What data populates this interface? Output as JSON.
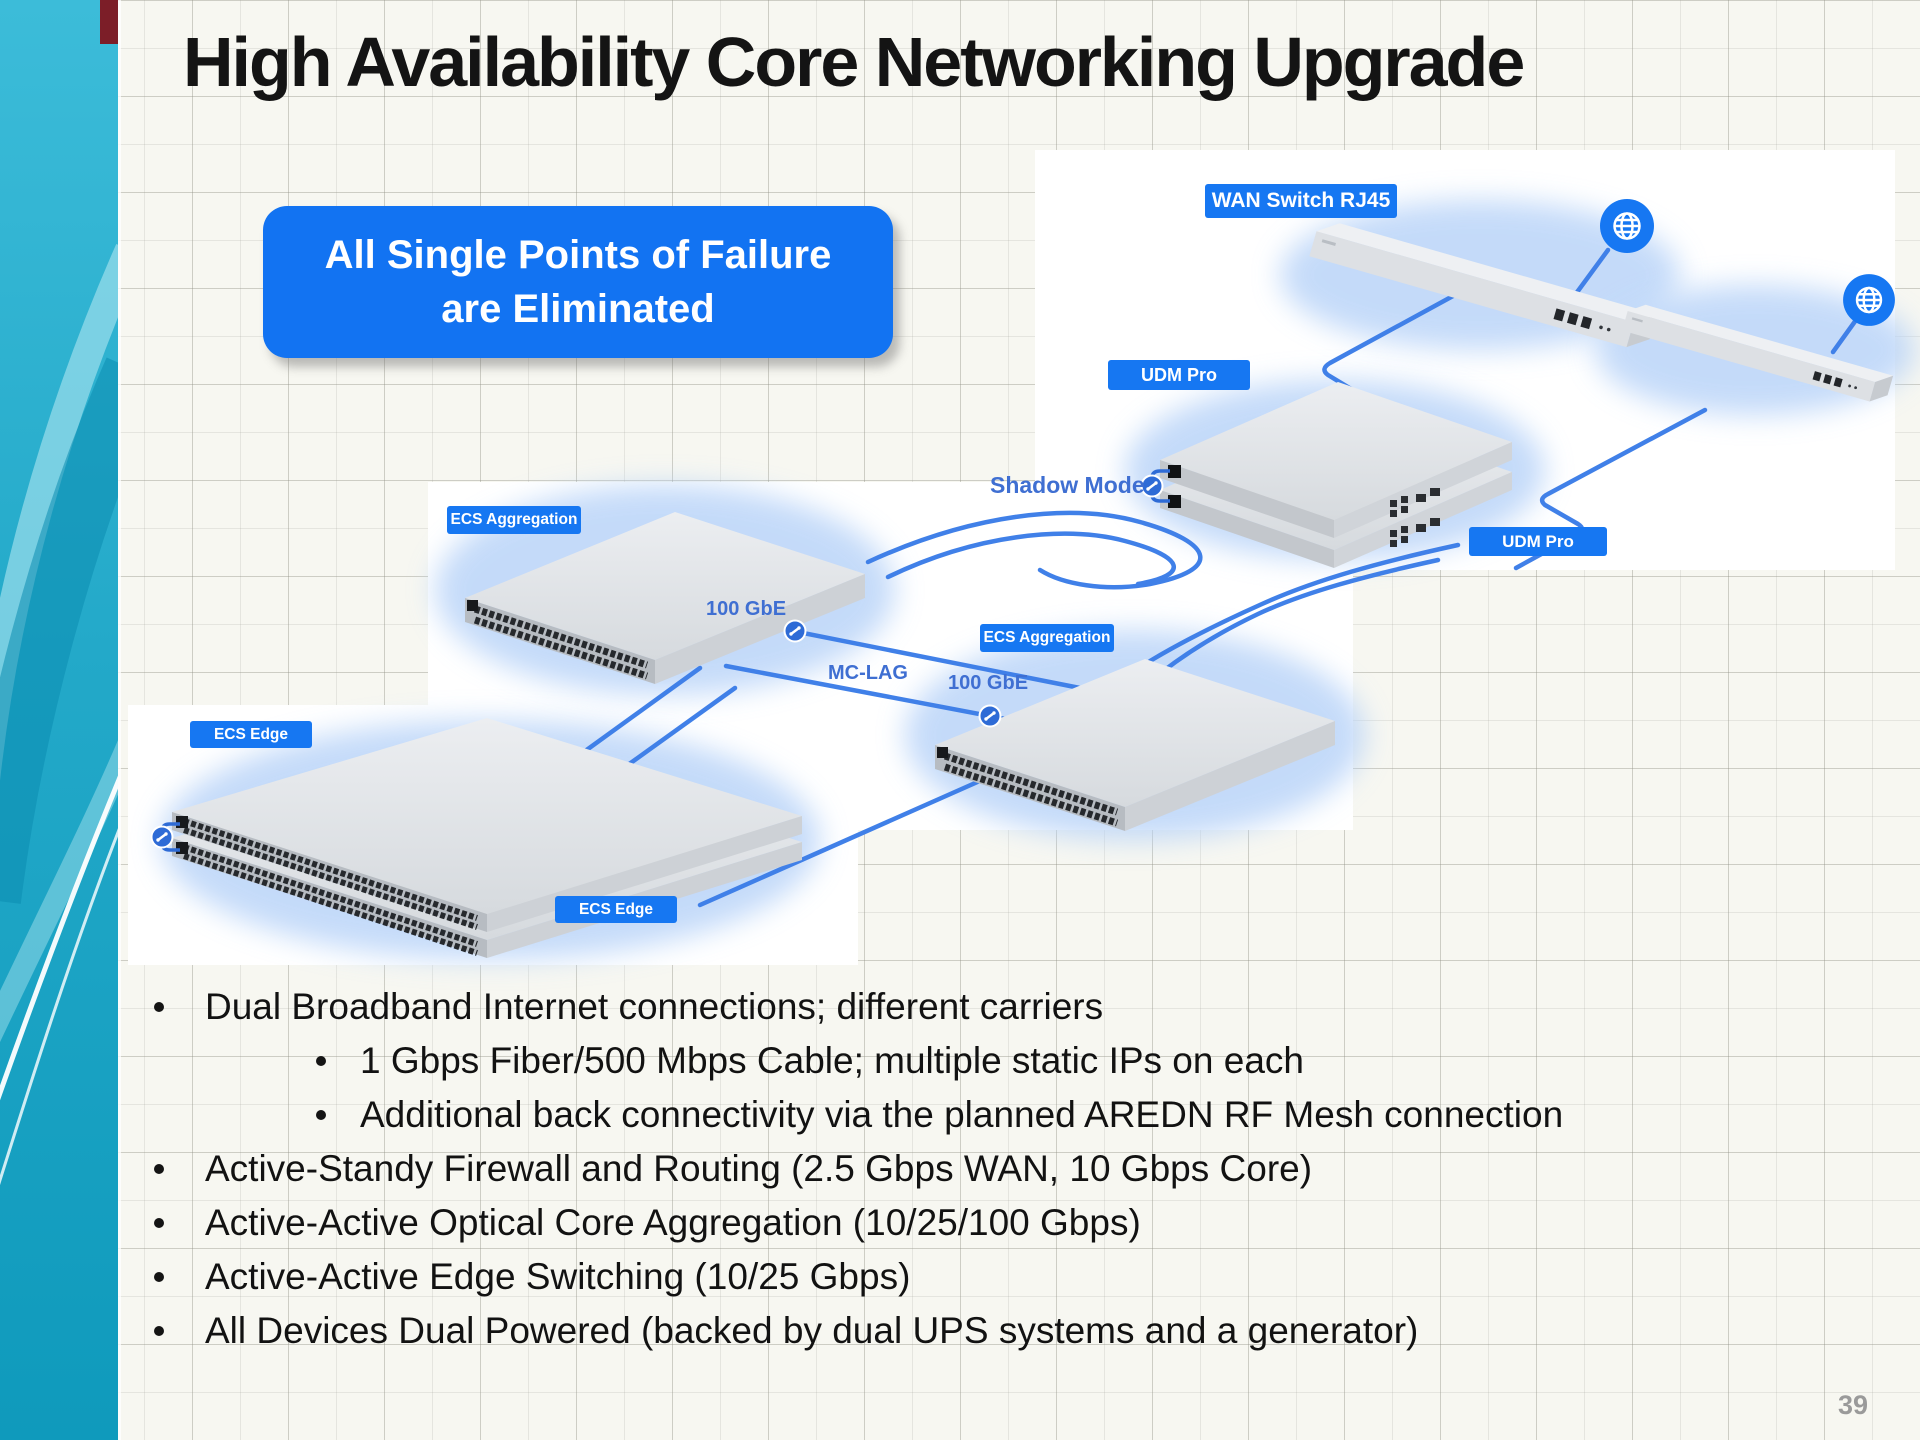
{
  "slide": {
    "title": "High Availability Core Networking Upgrade",
    "page_number": "39",
    "callout": {
      "line1": "All Single Points of Failure",
      "line2": "are Eliminated"
    },
    "bullets": [
      {
        "level": 1,
        "text": "Dual Broadband Internet connections; different carriers"
      },
      {
        "level": 2,
        "text": "1 Gbps Fiber/500 Mbps Cable; multiple static IPs on each"
      },
      {
        "level": 2,
        "text": "Additional back connectivity via the planned AREDN RF Mesh connection"
      },
      {
        "level": 1,
        "text": "Active-Standy Firewall and Routing (2.5 Gbps WAN, 10 Gbps Core)"
      },
      {
        "level": 1,
        "text": "Active-Active Optical Core Aggregation (10/25/100 Gbps)"
      },
      {
        "level": 1,
        "text": "Active-Active Edge Switching (10/25 Gbps)"
      },
      {
        "level": 1,
        "text": "All Devices Dual Powered (backed by dual UPS systems and a generator)"
      }
    ],
    "diagram": {
      "labels": {
        "wan_switch": "WAN Switch RJ45",
        "udm_pro_1": "UDM Pro",
        "udm_pro_2": "UDM Pro",
        "shadow_mode": "Shadow Mode",
        "ecs_aggregation_1": "ECS Aggregation",
        "ecs_aggregation_2": "ECS Aggregation",
        "ecs_edge_1": "ECS Edge",
        "ecs_edge_2": "ECS Edge",
        "link_speed_1": "100 GbE",
        "link_speed_2": "100 GbE",
        "mc_lag": "MC-LAG"
      },
      "icons": [
        "internet-globe-icon",
        "link-icon",
        "shadow-mode-link-icon"
      ],
      "colors": {
        "chip_blue": "#1677f2",
        "line_blue": "#4080e8",
        "label_text_blue": "#3f6fd2"
      }
    },
    "colors": {
      "callout_blue": "#1273f2",
      "sidebar_teal": "#2fb3d4",
      "page_number_gray": "#9a9a9a"
    }
  }
}
